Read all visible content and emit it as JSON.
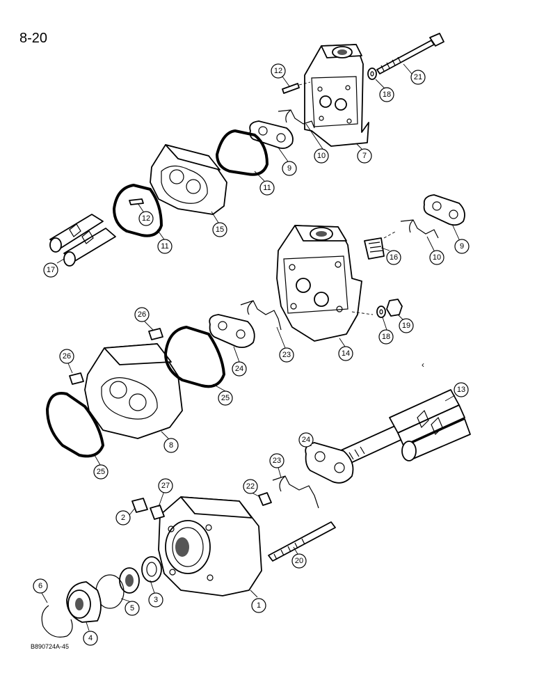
{
  "page": {
    "number": "8-20",
    "figure_code": "B890724A-45"
  },
  "callouts": [
    {
      "id": "c12a",
      "label": "12"
    },
    {
      "id": "c21",
      "label": "21"
    },
    {
      "id": "c18a",
      "label": "18"
    },
    {
      "id": "c10a",
      "label": "10"
    },
    {
      "id": "c9a",
      "label": "9"
    },
    {
      "id": "c7",
      "label": "7"
    },
    {
      "id": "c11a",
      "label": "11"
    },
    {
      "id": "c12b",
      "label": "12"
    },
    {
      "id": "c11b",
      "label": "11"
    },
    {
      "id": "c15",
      "label": "15"
    },
    {
      "id": "c17",
      "label": "17"
    },
    {
      "id": "c9b",
      "label": "9"
    },
    {
      "id": "c16",
      "label": "16"
    },
    {
      "id": "c10b",
      "label": "10"
    },
    {
      "id": "c26a",
      "label": "26"
    },
    {
      "id": "c26b",
      "label": "26"
    },
    {
      "id": "c18b",
      "label": "18"
    },
    {
      "id": "c19",
      "label": "19"
    },
    {
      "id": "c24a",
      "label": "24"
    },
    {
      "id": "c23a",
      "label": "23"
    },
    {
      "id": "c14",
      "label": "14"
    },
    {
      "id": "c25a",
      "label": "25"
    },
    {
      "id": "c8",
      "label": "8"
    },
    {
      "id": "c25b",
      "label": "25"
    },
    {
      "id": "c13",
      "label": "13"
    },
    {
      "id": "c24b",
      "label": "24"
    },
    {
      "id": "c23b",
      "label": "23"
    },
    {
      "id": "c22",
      "label": "22"
    },
    {
      "id": "c27",
      "label": "27"
    },
    {
      "id": "c2",
      "label": "2"
    },
    {
      "id": "c20",
      "label": "20"
    },
    {
      "id": "c6",
      "label": "6"
    },
    {
      "id": "c3",
      "label": "3"
    },
    {
      "id": "c5",
      "label": "5"
    },
    {
      "id": "c1",
      "label": "1"
    },
    {
      "id": "c4",
      "label": "4"
    }
  ]
}
